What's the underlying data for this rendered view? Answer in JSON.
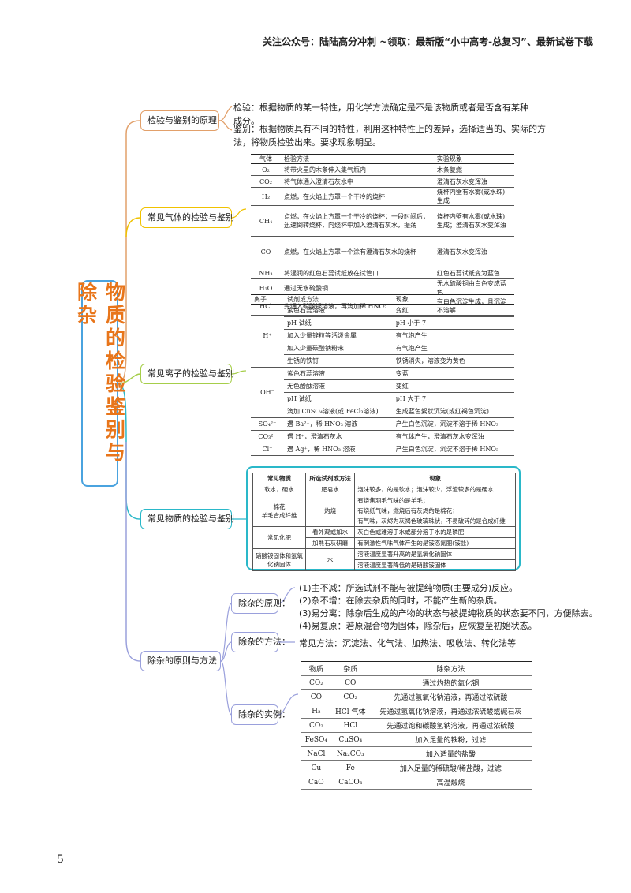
{
  "header": "关注公众号：陆陆高分冲刺 ~领取：最新版“小中高考-总复习”、最新试卷下载",
  "page_number": "5",
  "root": "物质的检验鉴别与除杂",
  "branches": {
    "principle": "检验与鉴别的原理",
    "gas": "常见气体的检验与鉴别",
    "ion": "常见离子的检验与鉴别",
    "substance": "常见物质的检验与鉴别",
    "removal": "除杂的原则与方法"
  },
  "principle_text": {
    "test": "检验：根据物质的某一特性，用化学方法确定是不是该物质或者是否含有某种成分。",
    "identify": "鉴别：根据物质具有不同的特性，利用这种特性上的差异，选择适当的、实际的方法，将物质检验出来。要求现象明显。"
  },
  "gas_table": {
    "headers": [
      "气体",
      "检验方法",
      "实验现象"
    ],
    "rows": [
      [
        "O₂",
        "将带火星的木条伸入集气瓶内",
        "木条复燃"
      ],
      [
        "CO₂",
        "将气体通入澄清石灰水中",
        "澄清石灰水变浑浊"
      ],
      [
        "H₂",
        "点燃，在火焰上方罩一个干冷的烧杯",
        "烧杯内壁有水雾(或水珠)生成"
      ],
      [
        "CH₄",
        "点燃，在火焰上方罩一个干冷的烧杯；一段时间后，迅速倒转烧杯，向烧杯中加入澄清石灰水，振荡",
        "烧杯内壁有水雾(或水珠)生成；澄清石灰水变浑浊"
      ],
      [
        "CO",
        "点燃，在火焰上方罩一个涂有澄清石灰水的烧杯",
        "澄清石灰水变浑浊"
      ],
      [
        "NH₃",
        "将湿润的红色石蕊试纸放在试管口",
        "红色石蕊试纸变为蓝色"
      ],
      [
        "H₂O",
        "通过无水硫酸铜",
        "无水硫酸铜由白色变成蓝色"
      ],
      [
        "HCl",
        "先通入硝酸银溶液，再滴加稀 HNO₃",
        "有白色沉淀生成，且沉淀不溶解"
      ]
    ]
  },
  "ion_table": {
    "headers": [
      "离子",
      "试剂或方法",
      "现象"
    ],
    "h_ion": "H⁺",
    "h_rows": [
      [
        "紫色石蕊溶液",
        "变红"
      ],
      [
        "pH 试纸",
        "pH 小于 7"
      ],
      [
        "加入少量锌粒等活泼金属",
        "有气泡产生"
      ],
      [
        "加入少量碳酸钠粉末",
        "有气泡产生"
      ],
      [
        "生锈的铁钉",
        "铁锈消失，溶液变为黄色"
      ]
    ],
    "oh_ion": "OH⁻",
    "oh_rows": [
      [
        "紫色石蕊溶液",
        "变蓝"
      ],
      [
        "无色酚酞溶液",
        "变红"
      ],
      [
        "pH 试纸",
        "pH 大于 7"
      ],
      [
        "滴加 CuSO₄溶液(或 FeCl₃溶液)",
        "生成蓝色絮状沉淀(或红褐色沉淀)"
      ]
    ],
    "other_rows": [
      [
        "SO₄²⁻",
        "遇 Ba²⁺，稀 HNO₃ 溶液",
        "产生白色沉淀，沉淀不溶于稀 HNO₃"
      ],
      [
        "CO₃²⁻",
        "遇 H⁺，澄清石灰水",
        "有气体产生，澄清石灰水变浑浊"
      ],
      [
        "Cl⁻",
        "遇 Ag⁺，稀 HNO₃ 溶液",
        "产生白色沉淀，沉淀不溶于稀 HNO₃"
      ]
    ]
  },
  "substance_table": {
    "headers": [
      "常见物质",
      "所选试剂或方法",
      "现象"
    ],
    "water": [
      "软水，硬水",
      "肥皂水",
      "泡沫较多，的是软水；泡沫较少，浮渣较多的是硬水"
    ],
    "fiber_name": "棉花\n羊毛合成纤维",
    "fiber_method": "灼烧",
    "fiber_results": [
      "有烧焦羽毛气味的是羊毛；",
      "有烧纸气味，燃烧后有灰烬的是棉花；",
      "有气味，灰烬为灰褐色玻璃珠状，不易破碎的是合成纤维"
    ],
    "fert_name": "常见化肥",
    "fert_rows": [
      [
        "看外观或加水",
        "灰白色或难溶于水或部分溶于水的是磷肥"
      ],
      [
        "加熟石灰研磨",
        "有刺激性气味气体产生的是铵态氮肥(铵盐)"
      ]
    ],
    "salt_name": "硝酸铵固体和氢氧化钠固体",
    "salt_method": "水",
    "salt_results": [
      "溶液温度显著升高的是氢氧化钠固体",
      "溶液温度显著降低的是硝酸铵固体"
    ]
  },
  "removal": {
    "principle_label": "除杂的原则：",
    "principles": [
      "(1)主不减：所选试剂不能与被提纯物质(主要成分)反应。",
      "(2)杂不增：在除去杂质的同时，不能产生新的杂质。",
      "(3)易分离：除杂后生成的产物的状态与被提纯物质的状态要不同，方便除去。",
      "(4)易复原：若原混合物为固体，除杂后，应恢复至初始状态。"
    ],
    "method_label": "除杂的方法：",
    "methods": "常见方法：沉淀法、化气法、加热法、吸收法、转化法等",
    "example_label": "除杂的实例："
  },
  "example_table": {
    "headers": [
      "物质",
      "杂质",
      "除杂方法"
    ],
    "rows": [
      [
        "CO₂",
        "CO",
        "通过灼热的氧化铜"
      ],
      [
        "CO",
        "CO₂",
        "先通过氢氧化钠溶液，再通过浓硫酸"
      ],
      [
        "H₂",
        "HCl 气体",
        "先通过氢氧化钠溶液，再通过浓硫酸或碱石灰"
      ],
      [
        "CO₂",
        "HCl",
        "先通过饱和碳酸氢钠溶液，再通过浓硫酸"
      ],
      [
        "FeSO₄",
        "CuSO₄",
        "加入足量的铁粉，过滤"
      ],
      [
        "NaCl",
        "Na₂CO₃",
        "加入适量的盐酸"
      ],
      [
        "Cu",
        "Fe",
        "加入足量的稀硫酸/稀盐酸，过滤"
      ],
      [
        "CaO",
        "CaCO₃",
        "高温煅烧"
      ]
    ]
  }
}
